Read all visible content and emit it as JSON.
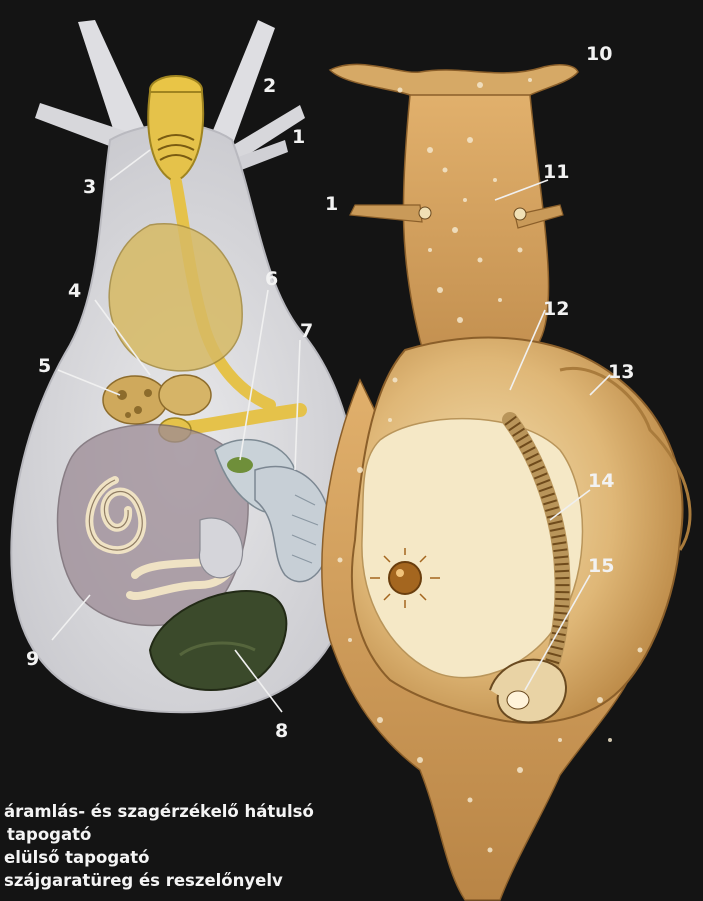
{
  "labels": {
    "l1": "1",
    "l1b": "1",
    "l2": "2",
    "l3": "3",
    "l4": "4",
    "l5": "5",
    "l6": "6",
    "l7": "7",
    "l8": "8",
    "l9": "9",
    "l10": "10",
    "l11": "11",
    "l12": "12",
    "l13": "13",
    "l14": "14",
    "l15": "15"
  },
  "legend": {
    "line1": "áramlás- és szagérzékelő hátulsó",
    "line2": "tapogató",
    "line3": "elülső tapogató",
    "line4": "szájgaratüreg és reszelőnyelv"
  },
  "colors": {
    "background": "#141414",
    "body_pale": "#dcdcdf",
    "gland_yellow": "#e8c64a",
    "shell_tan": "#d4a463",
    "liver_green": "#3d4a2c"
  }
}
